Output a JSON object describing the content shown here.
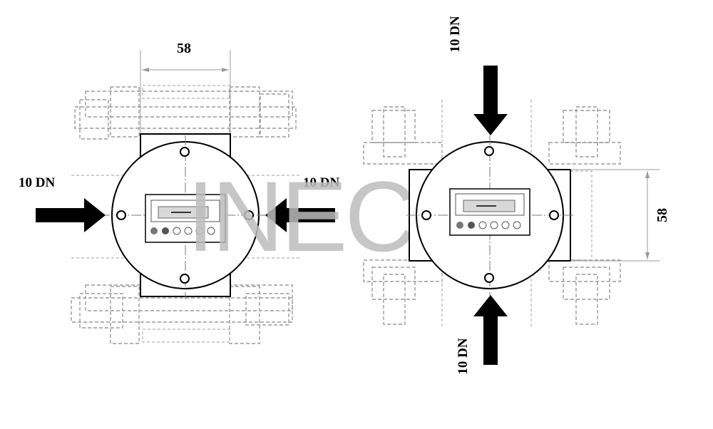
{
  "left_view": {
    "dimension_label": "58",
    "inlet_label": "10 DN",
    "outlet_label": "10 DN"
  },
  "right_view": {
    "dimension_label": "58",
    "top_label": "10 DN",
    "bottom_label": "10 DN"
  },
  "watermark": {
    "text": "INECO",
    "registered_mark": "®",
    "gray": "#bdbdbd",
    "green": "#d9efb0"
  },
  "colors": {
    "line": "#000000",
    "hidden_line": "#9a9a9a",
    "background": "#ffffff"
  }
}
